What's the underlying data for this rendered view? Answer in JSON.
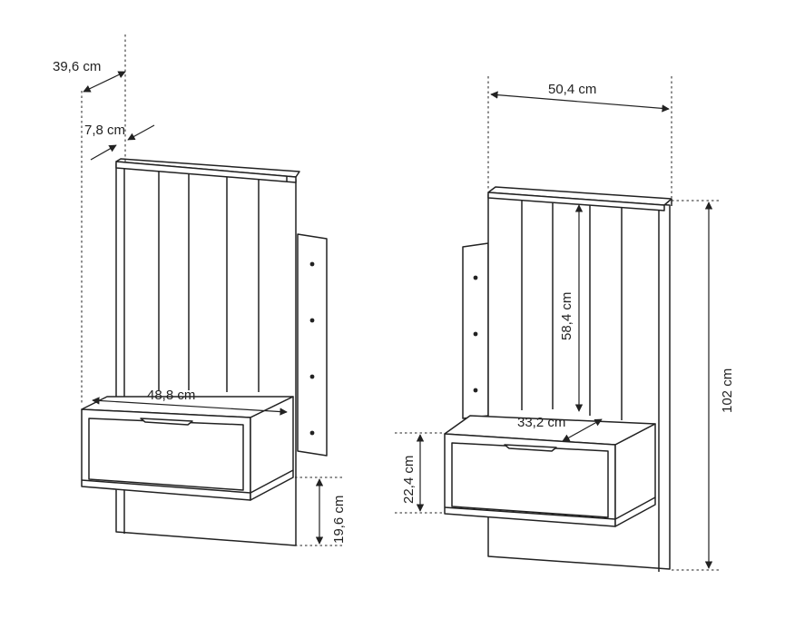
{
  "dimensions": {
    "depth_total": "39,6 cm",
    "depth_top": "7,8 cm",
    "width_drawer": "48,8 cm",
    "height_below": "19,6 cm",
    "width_total": "50,4 cm",
    "height_panel": "58,4 cm",
    "depth_drawer": "33,2 cm",
    "height_drawer": "22,4 cm",
    "height_total": "102 cm"
  }
}
